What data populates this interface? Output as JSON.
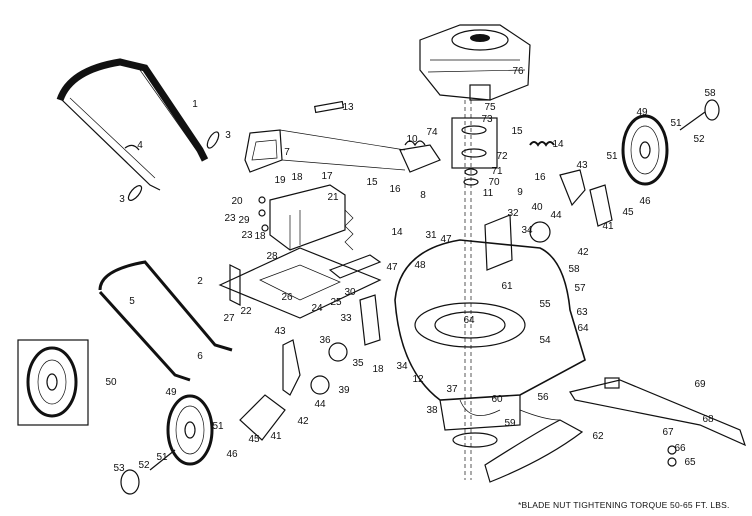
{
  "diagram": {
    "labels": [
      "1",
      "3",
      "4",
      "3",
      "13",
      "7",
      "10",
      "74",
      "73",
      "75",
      "76",
      "15",
      "14",
      "72",
      "71",
      "70",
      "11",
      "9",
      "16",
      "43",
      "49",
      "51",
      "58",
      "52",
      "51",
      "45",
      "46",
      "41",
      "42",
      "44",
      "40",
      "32",
      "34",
      "19",
      "18",
      "17",
      "21",
      "20",
      "23",
      "29",
      "23",
      "18",
      "15",
      "16",
      "8",
      "14",
      "31",
      "47",
      "47",
      "48",
      "28",
      "26",
      "24",
      "25",
      "30",
      "22",
      "27",
      "2",
      "5",
      "33",
      "61",
      "55",
      "57",
      "58",
      "63",
      "64",
      "64",
      "54",
      "36",
      "35",
      "18",
      "34",
      "12",
      "43",
      "39",
      "44",
      "42",
      "41",
      "45",
      "46",
      "37",
      "38",
      "60",
      "59",
      "56",
      "50",
      "6",
      "49",
      "51",
      "51",
      "52",
      "53",
      "62",
      "69",
      "68",
      "67",
      "66",
      "65"
    ],
    "footnote": "*BLADE NUT TIGHTENING TORQUE 50-65 FT. LBS."
  }
}
